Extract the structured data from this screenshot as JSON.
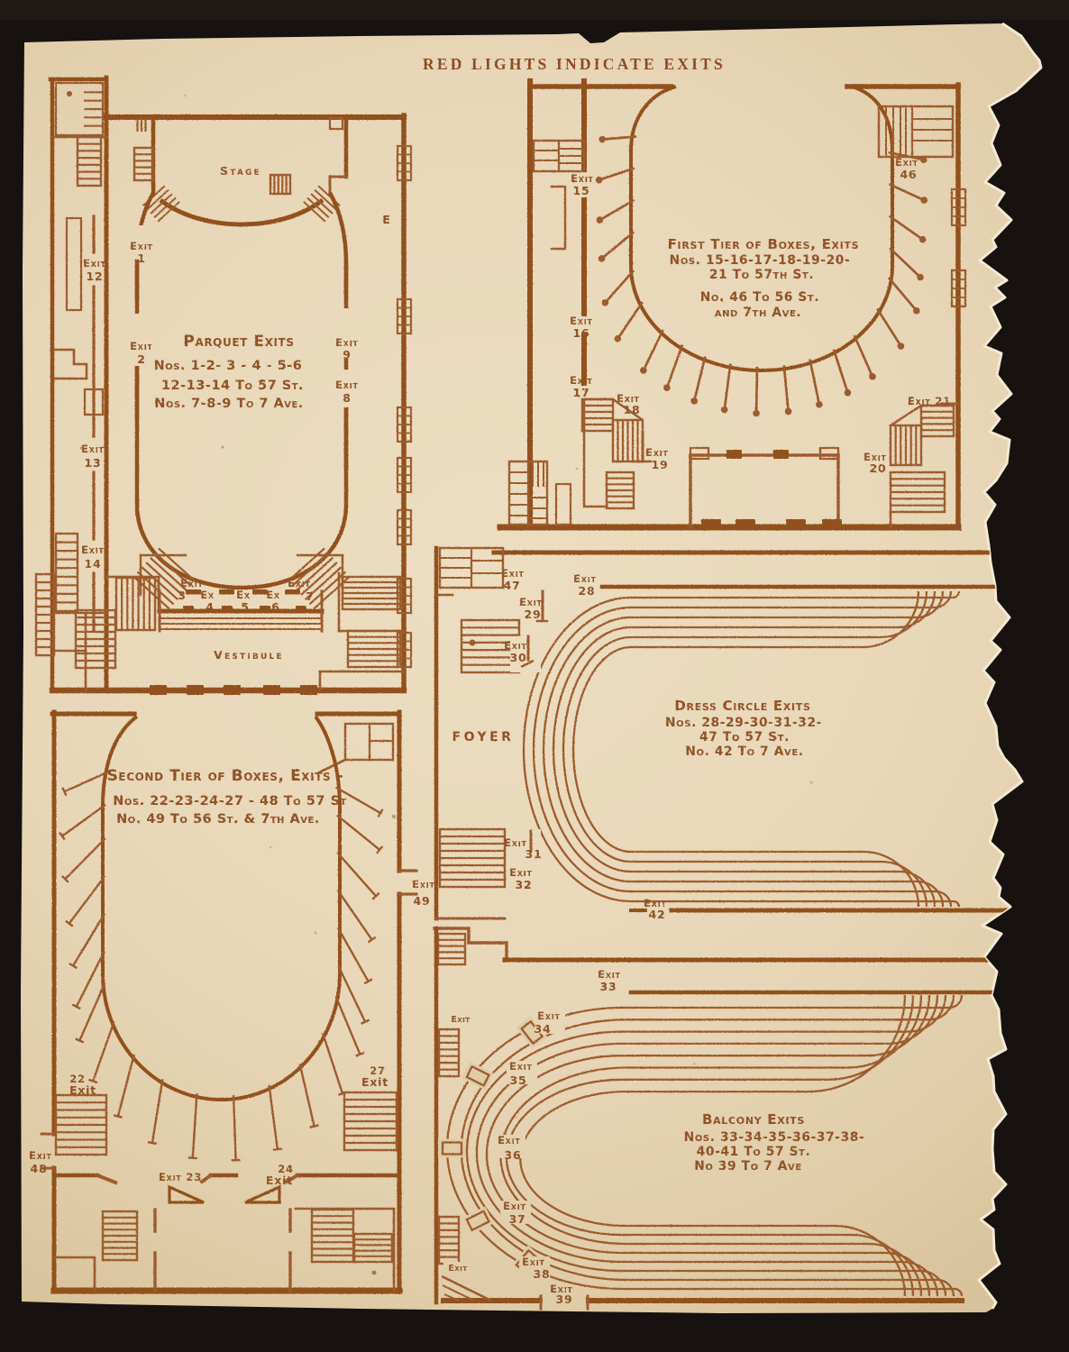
{
  "page": {
    "title": "RED LIGHTS INDICATE EXITS",
    "description": "Theatre exit-plan page, brown ink on cream paper, torn right edge"
  },
  "palette": {
    "background": "#171210",
    "paper": "#e8d6b8",
    "ink": "#9c5c2e",
    "ink_dark": "#92511f",
    "ink_text": "#8f5226"
  },
  "plans": {
    "parquet": {
      "stage": "Stage",
      "vestibule": "Vestibule",
      "door_letter": "E",
      "note": [
        "Parquet Exits",
        "Nos. 1-2- 3 - 4 - 5-6",
        "12-13-14 To 57 St.",
        "Nos. 7-8-9  To 7 Ave."
      ],
      "exits": [
        {
          "word": "Exit",
          "num": "1"
        },
        {
          "word": "Exit",
          "num": "12"
        },
        {
          "word": "Exit",
          "num": "2"
        },
        {
          "word": "Exit",
          "num": "9"
        },
        {
          "word": "Exit",
          "num": "8"
        },
        {
          "word": "Exit",
          "num": "13"
        },
        {
          "word": "Exit",
          "num": "14"
        },
        {
          "word": "Exit",
          "num": "3"
        },
        {
          "word": "Ex",
          "num": "4"
        },
        {
          "word": "Ex",
          "num": "5"
        },
        {
          "word": "Ex",
          "num": "6"
        },
        {
          "word": "Exit",
          "num": "7"
        }
      ]
    },
    "first_tier": {
      "note": [
        "First Tier of Boxes, Exits",
        "Nos. 15-16-17-18-19-20-",
        "21 To 57th St.",
        "No. 46 To 56 St.",
        "and 7th Ave."
      ],
      "exits": [
        {
          "word": "Exit",
          "num": "15"
        },
        {
          "word": "Exit",
          "num": "16"
        },
        {
          "word": "Exit",
          "num": "17"
        },
        {
          "word": "Exit",
          "num": "18"
        },
        {
          "word": "Exit",
          "num": "19"
        },
        {
          "word": "Exit",
          "num": "46"
        },
        {
          "word": "Exit 21",
          "num": ""
        },
        {
          "word": "Exit",
          "num": "20"
        }
      ]
    },
    "dress_circle": {
      "foyer": "FOYER",
      "note": [
        "Dress Circle Exits",
        "Nos. 28-29-30-31-32-",
        "47 To 57 St.",
        "No. 42 To 7 Ave."
      ],
      "exits": [
        {
          "word": "Exit",
          "num": "47"
        },
        {
          "word": "Exit",
          "num": "28"
        },
        {
          "word": "Exit",
          "num": "29"
        },
        {
          "word": "Exit",
          "num": "30"
        },
        {
          "word": "Exit",
          "num": "31"
        },
        {
          "word": "Exit",
          "num": "32"
        },
        {
          "word": "Exit",
          "num": "42"
        }
      ]
    },
    "second_tier": {
      "note": [
        "Second Tier of Boxes, Exits -",
        "Nos. 22-23-24-27 - 48 To 57 St",
        "No. 49 To 56 St. & 7th Ave."
      ],
      "exits": [
        {
          "word": "Exit",
          "num": "49"
        },
        {
          "word": "22",
          "num": "Exit"
        },
        {
          "word": "27",
          "num": "Exit"
        },
        {
          "word": "Exit",
          "num": "48"
        },
        {
          "word": "Exit 23",
          "num": ""
        },
        {
          "word": "24",
          "num": "Exit"
        }
      ]
    },
    "balcony": {
      "note": [
        "Balcony Exits",
        "Nos. 33-34-35-36-37-38-",
        "40-41 To 57 St.",
        "No 39 To 7 Ave"
      ],
      "exits": [
        {
          "word": "Exit",
          "num": "33"
        },
        {
          "word": "Exit",
          "num": "34"
        },
        {
          "word": "Exit",
          "num": "35"
        },
        {
          "word": "Exit",
          "num": "36"
        },
        {
          "word": "Exit",
          "num": "37"
        },
        {
          "word": "Exit",
          "num": "38"
        },
        {
          "word": "Exit",
          "num": "39"
        },
        {
          "word": "Exit",
          "num": ""
        },
        {
          "word": "Exit",
          "num": ""
        }
      ]
    }
  }
}
